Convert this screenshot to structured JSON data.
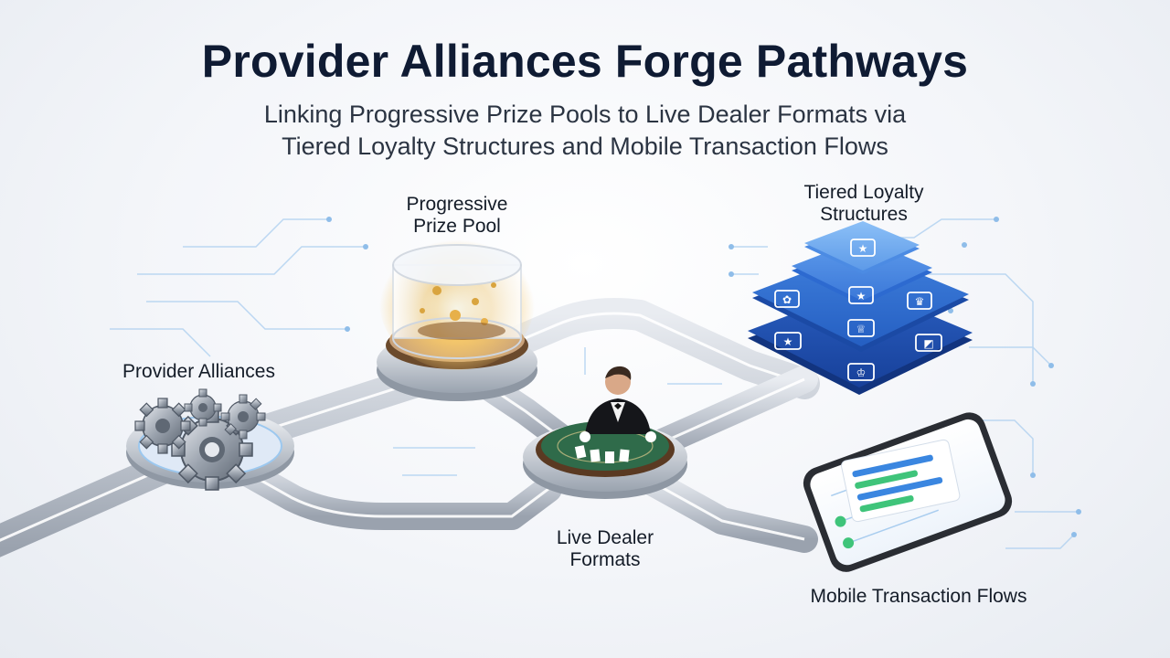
{
  "header": {
    "title": "Provider Alliances Forge Pathways",
    "subtitle_lines": [
      "Linking Progressive Prize Pools to Live Dealer Formats via",
      "Tiered Loyalty Structures and Mobile Transaction Flows"
    ]
  },
  "nodes": {
    "provider_alliances": {
      "label": "Provider Alliances",
      "icon": "gears-icon"
    },
    "prize_pool": {
      "label_lines": [
        "Progressive",
        "Prize Pool"
      ],
      "icon": "glass-jar-icon"
    },
    "live_dealer": {
      "label_lines": [
        "Live Dealer",
        "Formats"
      ],
      "icon": "dealer-table-icon"
    },
    "loyalty": {
      "label_lines": [
        "Tiered Loyalty",
        "Structures"
      ],
      "icon": "stacked-tiers-icon",
      "tier_count": 4
    },
    "mobile": {
      "label": "Mobile Transaction Flows",
      "icon": "smartphone-icon"
    }
  },
  "colors": {
    "title": "#0f1b33",
    "track": "#c9ced6",
    "track_highlight": "#ffffff",
    "circuit": "#9cc3ea",
    "tier_dark": "#1f4fb0",
    "tier_light": "#6aa6f0",
    "felt": "#2f6b4a",
    "glow": "#f6c86a"
  }
}
